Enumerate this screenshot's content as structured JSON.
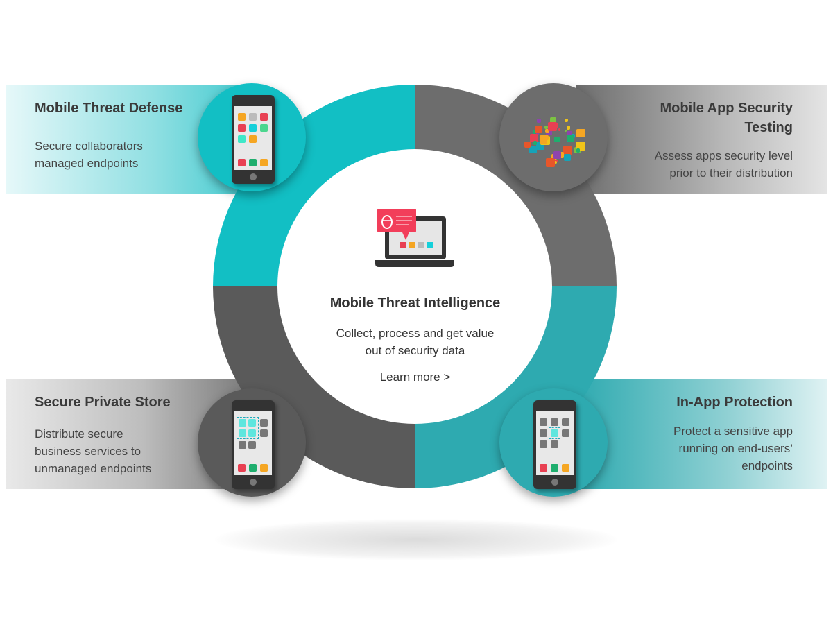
{
  "colors": {
    "teal": "#12bfc4",
    "teal_dark": "#2eaab0",
    "gray": "#6d6d6d",
    "gray_dark": "#5a5a5a"
  },
  "center": {
    "title": "Mobile Threat Intelligence",
    "desc_line1": "Collect, process and get value",
    "desc_line2": "out of security data",
    "learn_more": "Learn more",
    "learn_more_suffix": " >",
    "icon": "laptop-bug-alert-icon"
  },
  "segments": [
    {
      "title": "Mobile Threat Defense",
      "desc_line1": "Secure collaborators",
      "desc_line2": "managed endpoints",
      "icon": "smartphone-apps-icon"
    },
    {
      "title_line1": "Mobile App Security",
      "title_line2": "Testing",
      "desc_line1": "Assess apps security level",
      "desc_line2": "prior to their distribution",
      "icon": "app-cloud-icon"
    },
    {
      "title": "Secure Private Store",
      "desc_line1": "Distribute secure",
      "desc_line2": "business services to",
      "desc_line3": "unmanaged endpoints",
      "icon": "smartphone-store-icon"
    },
    {
      "title": "In-App Protection",
      "desc_line1": "Protect a sensitive app",
      "desc_line2": "running on end-users’",
      "desc_line3": "endpoints",
      "icon": "smartphone-protected-app-icon"
    }
  ]
}
